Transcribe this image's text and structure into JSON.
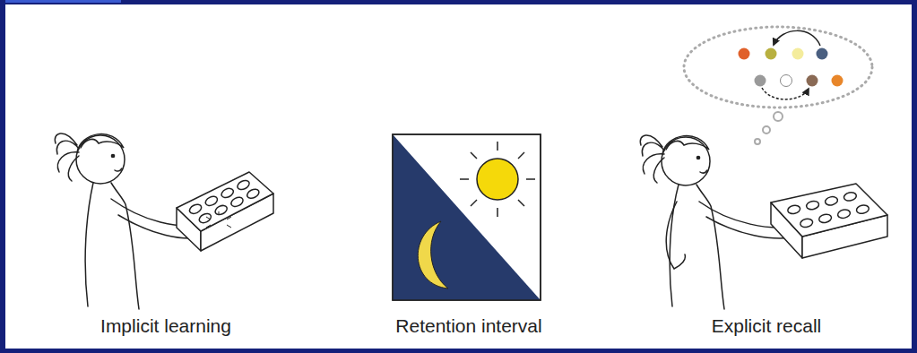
{
  "diagram": {
    "labels": [
      "Implicit learning",
      "Retention interval",
      "Explicit recall"
    ]
  }
}
